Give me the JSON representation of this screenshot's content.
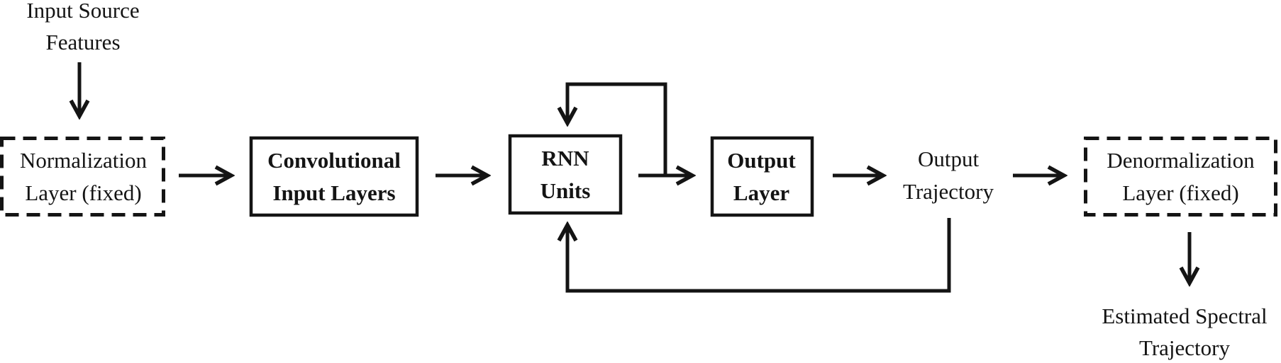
{
  "colors": {
    "ink": "#141414",
    "background": "#ffffff"
  },
  "nodes": {
    "input_source": {
      "line1": "Input Source",
      "line2": "Features",
      "box_style": "none"
    },
    "normalization": {
      "line1": "Normalization",
      "line2": "Layer (fixed)",
      "box_style": "dashed"
    },
    "convolutional": {
      "line1": "Convolutional",
      "line2": "Input Layers",
      "box_style": "solid"
    },
    "rnn": {
      "line1": "RNN",
      "line2": "Units",
      "box_style": "solid"
    },
    "output_layer": {
      "line1": "Output",
      "line2": "Layer",
      "box_style": "solid"
    },
    "output_trajectory": {
      "line1": "Output",
      "line2": "Trajectory",
      "box_style": "none"
    },
    "denormalization": {
      "line1": "Denormalization",
      "line2": "Layer (fixed)",
      "box_style": "dashed"
    },
    "estimated": {
      "line1": "Estimated Spectral",
      "line2": "Trajectory",
      "box_style": "none"
    }
  },
  "edges": [
    {
      "from": "Input Source Features",
      "to": "Normalization Layer (fixed)",
      "type": "forward"
    },
    {
      "from": "Normalization Layer (fixed)",
      "to": "Convolutional Input Layers",
      "type": "forward"
    },
    {
      "from": "Convolutional Input Layers",
      "to": "RNN Units",
      "type": "forward"
    },
    {
      "from": "RNN Units",
      "to": "RNN Units",
      "type": "recurrent"
    },
    {
      "from": "RNN Units",
      "to": "Output Layer",
      "type": "forward"
    },
    {
      "from": "Output Layer",
      "to": "Output Trajectory",
      "type": "forward"
    },
    {
      "from": "Output Trajectory",
      "to": "RNN Units",
      "type": "feedback"
    },
    {
      "from": "Output Trajectory",
      "to": "Denormalization Layer (fixed)",
      "type": "forward"
    },
    {
      "from": "Denormalization Layer (fixed)",
      "to": "Estimated Spectral Trajectory",
      "type": "forward"
    }
  ]
}
